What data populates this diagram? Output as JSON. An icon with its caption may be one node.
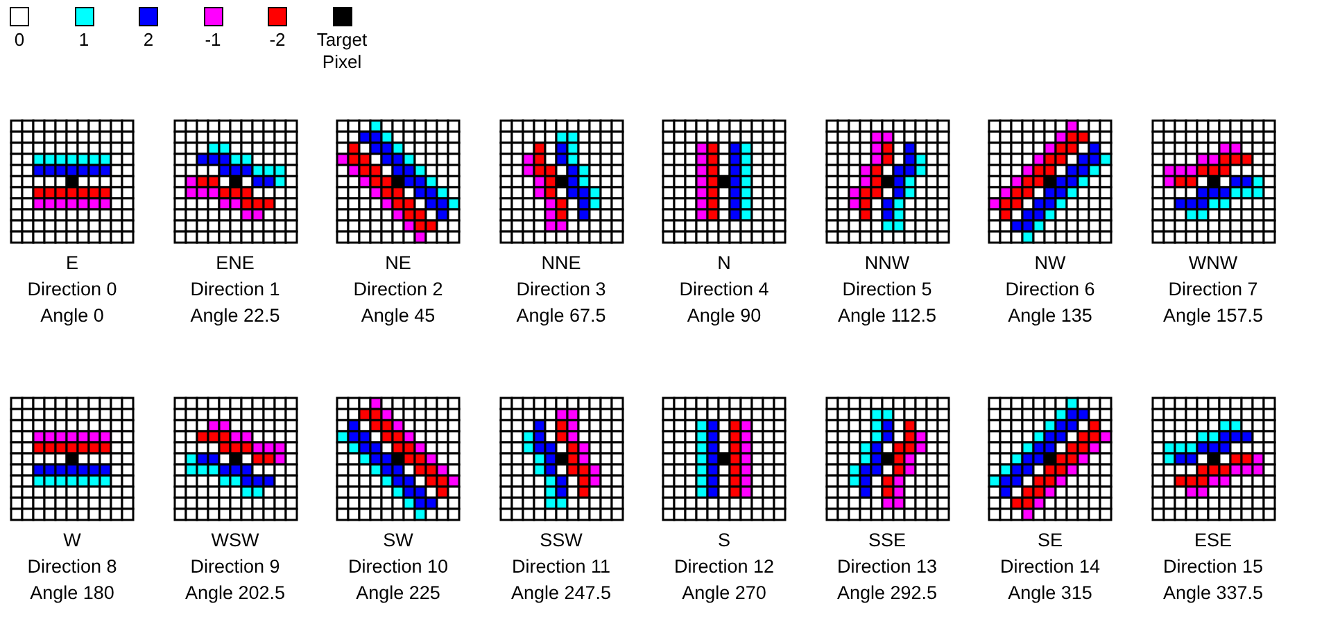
{
  "diagram": {
    "nodes": [
      {
        "text": [],
        "shape": "picture",
        "beside": [
          "E",
          "Direction 0",
          "Angle 0"
        ]
      },
      {
        "text": [],
        "shape": "picture",
        "beside": [
          "ENE",
          "Direction 1",
          "Angle 22.5"
        ]
      },
      {
        "text": [],
        "shape": "picture",
        "beside": [
          "NE",
          "Direction 2",
          "Angle 45"
        ]
      },
      {
        "text": [],
        "shape": "picture",
        "beside": [
          "NNE",
          "Direction 3",
          "Angle 67.5"
        ]
      },
      {
        "text": [],
        "shape": "picture",
        "beside": [
          "N",
          "Direction 4",
          "Angle 90"
        ]
      },
      {
        "text": [],
        "shape": "picture",
        "beside": [
          "NNW",
          "Direction 5",
          "Angle 112.5"
        ]
      },
      {
        "text": [],
        "shape": "picture",
        "beside": [
          "NW",
          "Direction 6",
          "Angle 135"
        ]
      },
      {
        "text": [],
        "shape": "picture",
        "beside": [
          "WNW",
          "Direction 7",
          "Angle 157.5"
        ]
      },
      {
        "text": [],
        "shape": "picture",
        "beside": [
          "W",
          "Direction 8",
          "Angle 180"
        ]
      },
      {
        "text": [],
        "shape": "picture",
        "beside": [
          "WSW",
          "Direction 9",
          "Angle 202.5"
        ]
      },
      {
        "text": [],
        "shape": "picture",
        "beside": [
          "SW",
          "Direction 10",
          "Angle 225"
        ]
      },
      {
        "text": [],
        "shape": "picture",
        "beside": [
          "SSW",
          "Direction 11",
          "Angle 247.5"
        ]
      },
      {
        "text": [],
        "shape": "picture",
        "beside": [
          "S",
          "Direction 12",
          "Angle 270"
        ]
      },
      {
        "text": [],
        "shape": "picture",
        "beside": [
          "SSE",
          "Direction 13",
          "Angle 292.5"
        ]
      },
      {
        "text": [],
        "shape": "picture",
        "beside": [
          "SE",
          "Direction 14",
          "Angle 315"
        ]
      },
      {
        "text": [],
        "shape": "picture",
        "beside": [
          "ESE",
          "Direction 15",
          "Angle 337.5"
        ]
      }
    ],
    "legend": [
      {
        "text": "0",
        "color": "#ffffff"
      },
      {
        "text": "1",
        "color": "#00ffff"
      },
      {
        "text": "2",
        "color": "#0000ff"
      },
      {
        "text": "-1",
        "color": "#ff00ff"
      },
      {
        "text": "-2",
        "color": "#ff0000"
      },
      {
        "text": "Target Pixel",
        "color": "#000000"
      }
    ]
  }
}
